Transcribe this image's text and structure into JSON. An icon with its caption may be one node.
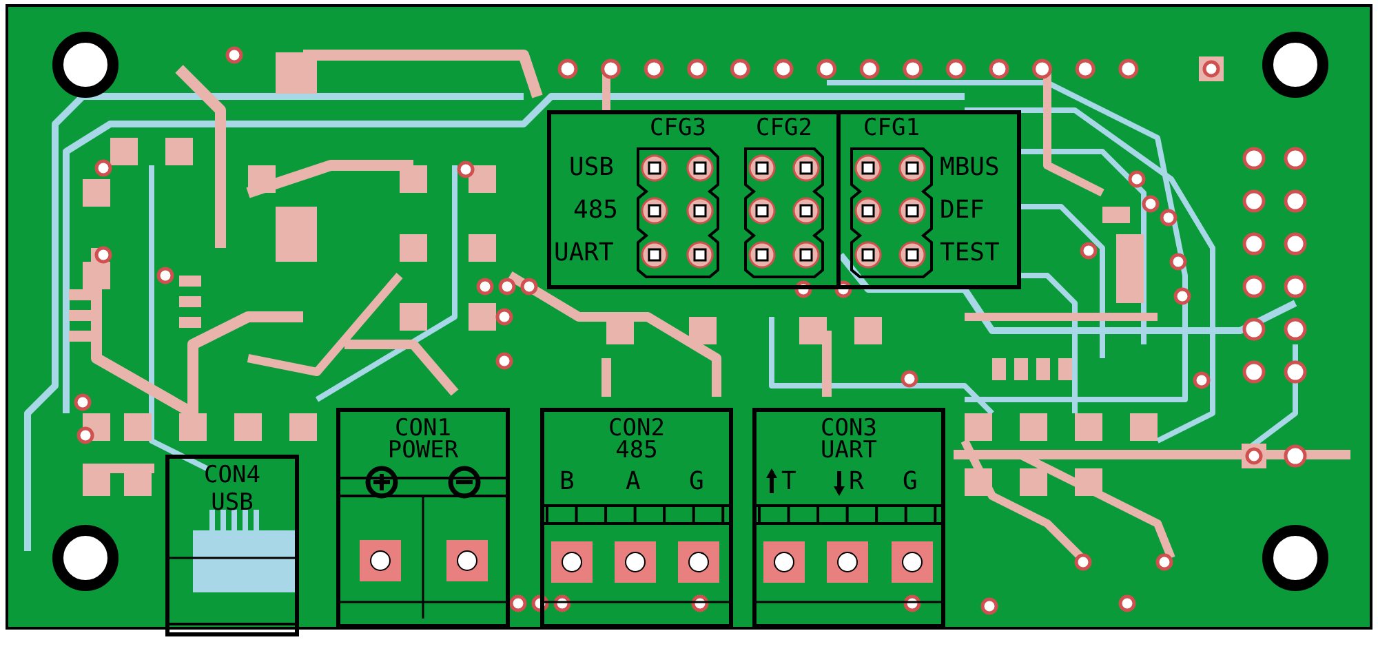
{
  "diagram": {
    "nodes": [
      {
        "text": [],
        "shape": "box"
      },
      {
        "text": [
          "CFG3"
        ],
        "in": 0,
        "beside": [
          "USB",
          "485",
          "UART"
        ]
      },
      {
        "text": [
          "CFG2"
        ],
        "in": 0
      },
      {
        "text": [
          "CFG1"
        ],
        "in": 0,
        "beside": [
          "MBUS",
          "DEF",
          "TEST"
        ]
      },
      {
        "text": [
          "CON4",
          "USB"
        ]
      },
      {
        "text": [
          "CON1",
          "POWER"
        ]
      },
      {
        "text": [
          "CON2",
          "485"
        ]
      },
      {
        "text": [
          "CON3",
          "UART"
        ]
      }
    ],
    "edges": [],
    "labels": [
      "B",
      "A",
      "G",
      "T",
      "R",
      "G"
    ]
  }
}
